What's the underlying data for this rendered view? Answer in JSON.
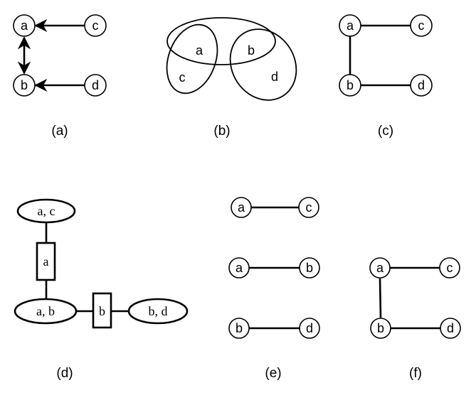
{
  "panels": {
    "a": {
      "caption": "(a)",
      "nodes": {
        "a": "a",
        "b": "b",
        "c": "c",
        "d": "d"
      }
    },
    "b": {
      "caption": "(b)",
      "nodes": {
        "a": "a",
        "b": "b",
        "c": "c",
        "d": "d"
      }
    },
    "c": {
      "caption": "(c)",
      "nodes": {
        "a": "a",
        "b": "b",
        "c": "c",
        "d": "d"
      }
    },
    "d": {
      "caption": "(d)",
      "clusters": {
        "ac": "a, c",
        "ab": "a, b",
        "bd": "b, d"
      },
      "separators": {
        "a": "a",
        "b": "b"
      }
    },
    "e": {
      "caption": "(e)",
      "row1": {
        "left": "a",
        "right": "c"
      },
      "row2": {
        "left": "a",
        "right": "b"
      },
      "row3": {
        "left": "b",
        "right": "d"
      }
    },
    "f": {
      "caption": "(f)",
      "nodes": {
        "a": "a",
        "b": "b",
        "c": "c",
        "d": "d"
      }
    }
  }
}
